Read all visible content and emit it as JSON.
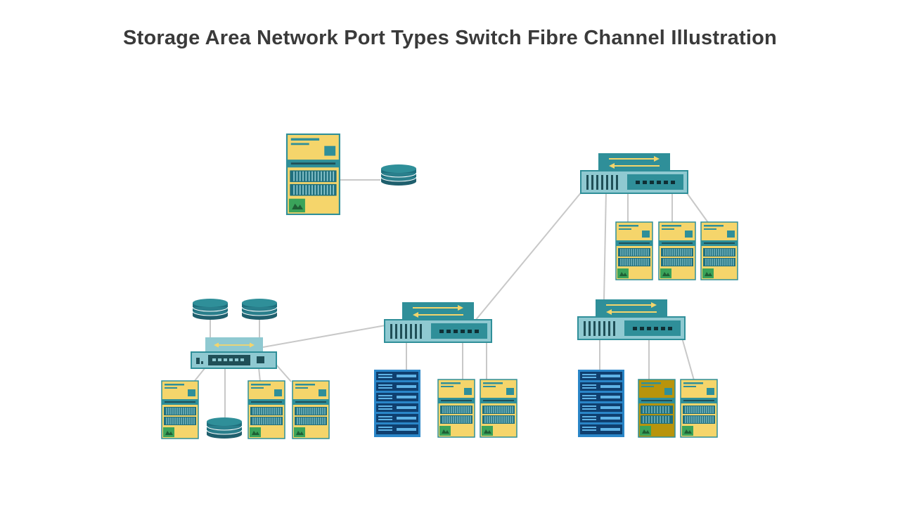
{
  "title": "Storage Area Network Port Types Switch Fibre Channel Illustration",
  "colors": {
    "teal_dark": "#1f6f7d",
    "teal_mid": "#2f8f99",
    "teal_light": "#8fc9d1",
    "yellow": "#f5d56b",
    "gold_dark": "#b8940c",
    "green": "#3aa35a",
    "blue": "#2a86c8",
    "line": "#c8c8c8"
  },
  "diagram": {
    "switch_icon": "fibre-channel-switch",
    "server_icon": "server-tower",
    "disk_icon": "disk-stack",
    "rack_icon": "blade-rack"
  }
}
